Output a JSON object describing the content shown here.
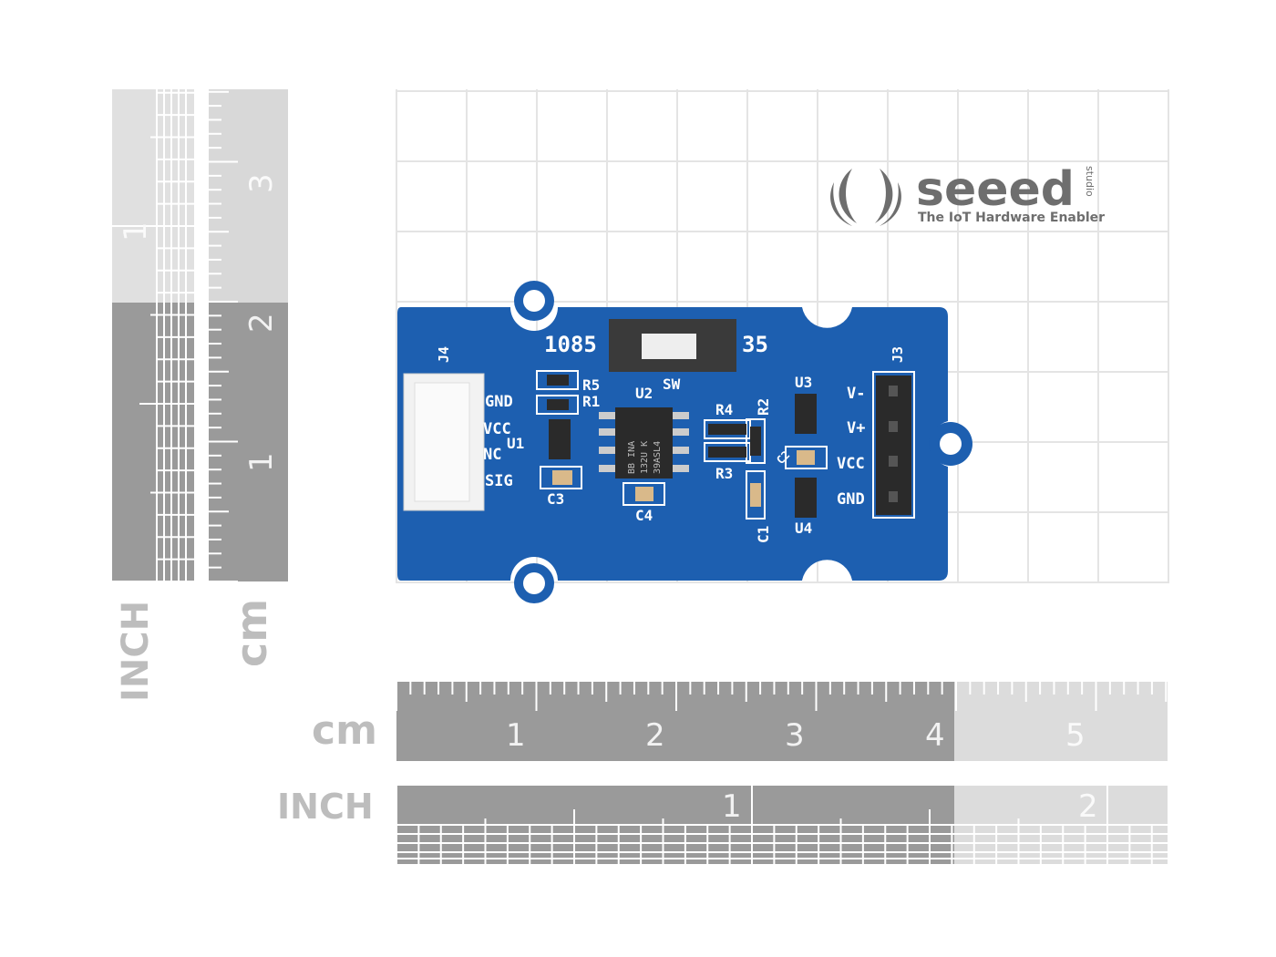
{
  "rulers": {
    "vertical_inch_label": "INCH",
    "vertical_cm_label": "cm",
    "horizontal_cm_label": "cm",
    "horizontal_inch_label": "INCH",
    "vertical_cm_numbers": [
      "1",
      "2",
      "3"
    ],
    "vertical_inch_numbers": [
      "1"
    ],
    "horizontal_cm_numbers": [
      "1",
      "2",
      "3",
      "4",
      "5"
    ],
    "horizontal_inch_numbers": [
      "1",
      "2"
    ]
  },
  "logo": {
    "brand": "seeed",
    "sub": "studio",
    "tagline": "The IoT Hardware Enabler"
  },
  "board": {
    "color": "#1d5fb0",
    "connector_label": "J4",
    "header_label": "J3",
    "left_pins": [
      "GND",
      "VCC",
      "NC",
      "SIG"
    ],
    "right_pins": [
      "V-",
      "V+",
      "VCC",
      "GND"
    ],
    "switch_left": "1085",
    "switch_right": "35",
    "switch_label": "SW",
    "chip_label": "U2",
    "chip_marking": [
      "BB INA",
      "132U K",
      "39ASL4"
    ],
    "components": [
      "R5",
      "R1",
      "U1",
      "C3",
      "C4",
      "R4",
      "R3",
      "R2",
      "U3",
      "C2",
      "C1",
      "U4"
    ]
  }
}
